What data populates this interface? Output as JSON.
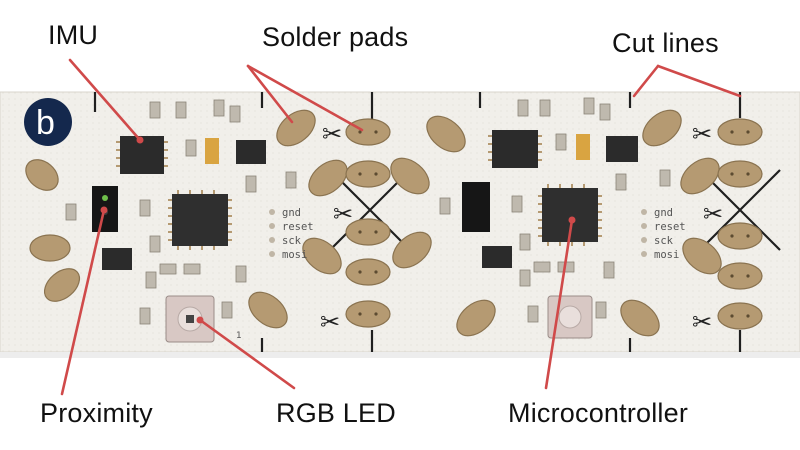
{
  "badge": {
    "letter": "b",
    "color": "#14284d"
  },
  "labels": {
    "imu": "IMU",
    "solder_pads": "Solder pads",
    "cut_lines": "Cut lines",
    "proximity": "Proximity",
    "rgb_led": "RGB LED",
    "microcontroller": "Microcontroller"
  },
  "silkscreen": {
    "pins": [
      "gnd",
      "reset",
      "sck",
      "mosi"
    ],
    "pin_one_marker": "1"
  },
  "icons": {
    "scissors": "✂"
  },
  "colors": {
    "board": "#f3f1ec",
    "pad": "#b59a72",
    "pad_edge": "#8a7350",
    "chip": "#2b2b2b",
    "callout": "#d04a4a",
    "trace": "#1f1f1f"
  }
}
